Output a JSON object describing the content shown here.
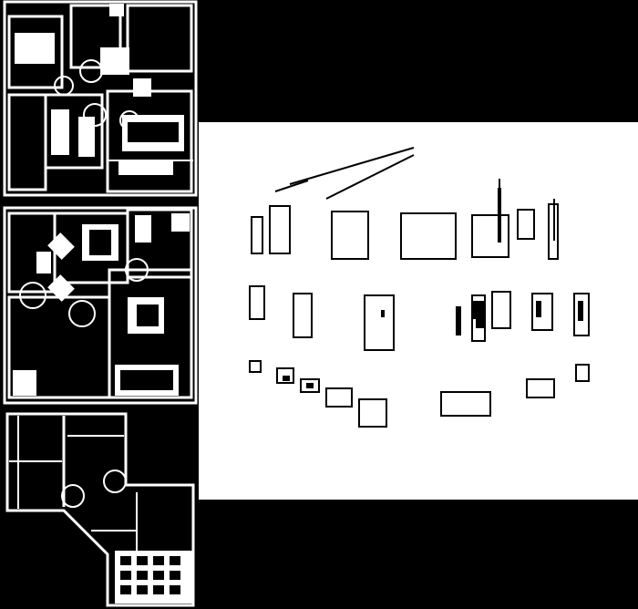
{
  "colors": {
    "background": "#000000",
    "line": "#ffffff",
    "fill": "#000000",
    "sheet": "#ffffff",
    "ink": "#000000"
  },
  "floor_plans": [
    {
      "level": "top-floor-plan"
    },
    {
      "level": "middle-floor-plan"
    },
    {
      "level": "bottom-floor-plan"
    }
  ],
  "isometric_view": {
    "kind": "isometric-model-drawing"
  }
}
